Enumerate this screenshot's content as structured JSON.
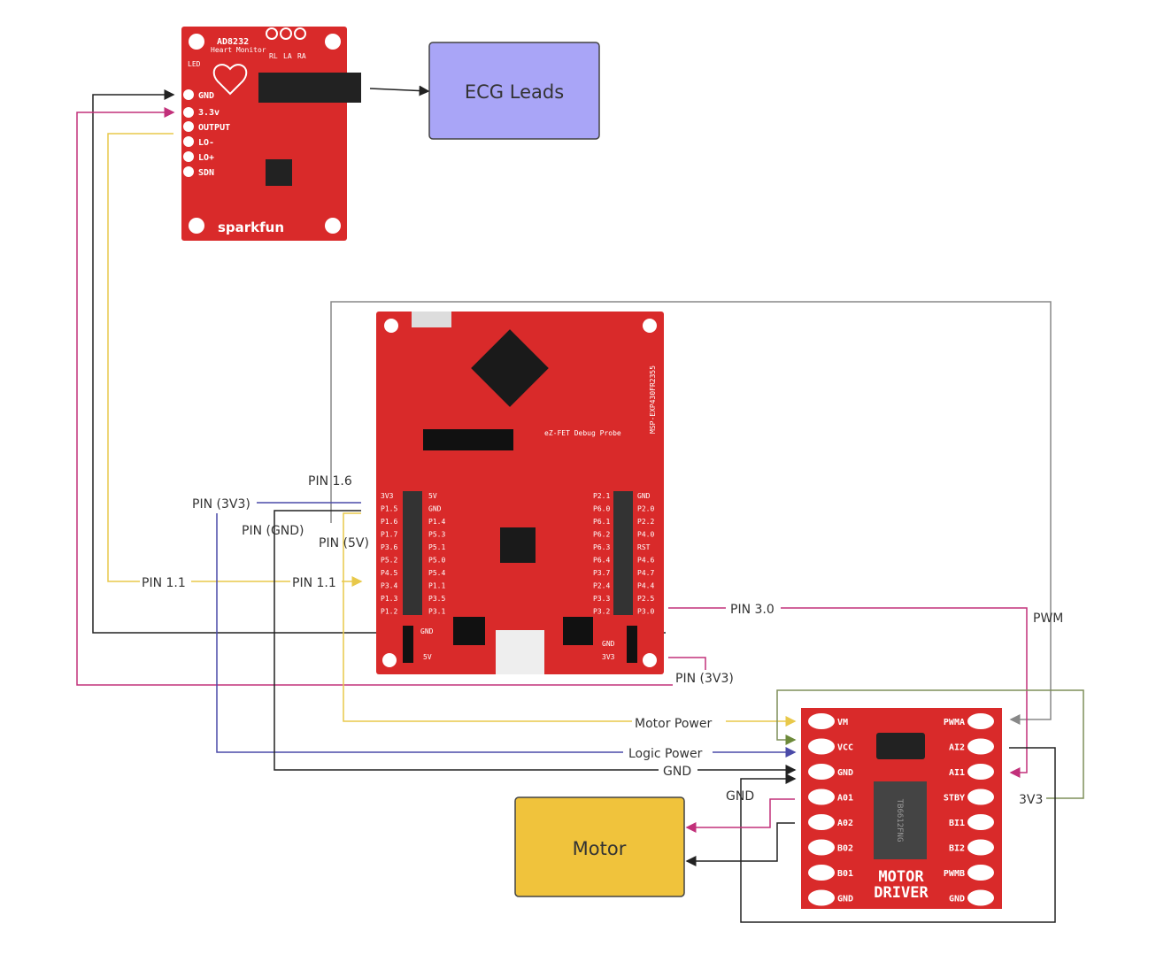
{
  "ecg_board": {
    "title": "AD8232",
    "subtitle": "Heart Monitor",
    "led": "LED",
    "pins": [
      "GND",
      "3.3v",
      "OUTPUT",
      "LO-",
      "LO+",
      "SDN"
    ],
    "lead_pins": [
      "RL",
      "LA",
      "RA"
    ],
    "brand": "sparkfun"
  },
  "ecg_leads": {
    "label": "ECG Leads",
    "color": "#a9a5f7"
  },
  "msp_board": {
    "name": "MSP-EXP430FR2355",
    "debug": "eZ-FET Debug Probe",
    "left_pins": [
      "3V3",
      "P1.5",
      "P1.6",
      "P1.7",
      "P3.6",
      "P5.2",
      "P4.5",
      "P3.4",
      "P1.3",
      "P1.2"
    ],
    "left_pins2": [
      "5V",
      "GND",
      "P1.4",
      "P5.3",
      "P5.1",
      "P5.0",
      "P5.4",
      "P1.1",
      "P3.5",
      "P3.1"
    ],
    "right_pins": [
      "P2.1",
      "P6.0",
      "P6.1",
      "P6.2",
      "P6.3",
      "P6.4",
      "P3.7",
      "P2.4",
      "P3.3",
      "P3.2"
    ],
    "right_pins2": [
      "GND",
      "P2.0",
      "P2.2",
      "P4.0",
      "RST",
      "P4.6",
      "P4.7",
      "P4.4",
      "P2.5",
      "P3.0"
    ],
    "bottom_labels": [
      "GND",
      "5V",
      "GND",
      "3V3"
    ]
  },
  "motor_driver": {
    "title_line1": "MOTOR",
    "title_line2": "DRIVER",
    "chip": "TB6612FNG",
    "left_pins": [
      "VM",
      "VCC",
      "GND",
      "A01",
      "A02",
      "B02",
      "B01",
      "GND"
    ],
    "right_pins": [
      "PWMA",
      "AI2",
      "AI1",
      "STBY",
      "BI1",
      "BI2",
      "PWMB",
      "GND"
    ]
  },
  "motor": {
    "label": "Motor",
    "color": "#f0c33c"
  },
  "wire_labels": {
    "pin16": "PIN 1.6",
    "pin3v3_left": "PIN (3V3)",
    "pin_gnd": "PIN (GND)",
    "pin5v": "PIN (5V)",
    "pin11_a": "PIN 1.1",
    "pin11_b": "PIN 1.1",
    "pin30": "PIN 3.0",
    "pwm": "PWM",
    "pin3v3_right": "PIN (3V3)",
    "motor_power": "Motor Power",
    "logic_power": "Logic Power",
    "gnd": "GND",
    "gnd2": "GND",
    "v3v3": "3V3"
  },
  "colors": {
    "board_red": "#d92a2a",
    "wire_black": "#222222",
    "wire_pink": "#c2307a",
    "wire_yellow": "#e8c84a",
    "wire_blue": "#4a4aa8",
    "wire_olive": "#7f8f5a",
    "wire_gray": "#888888"
  }
}
